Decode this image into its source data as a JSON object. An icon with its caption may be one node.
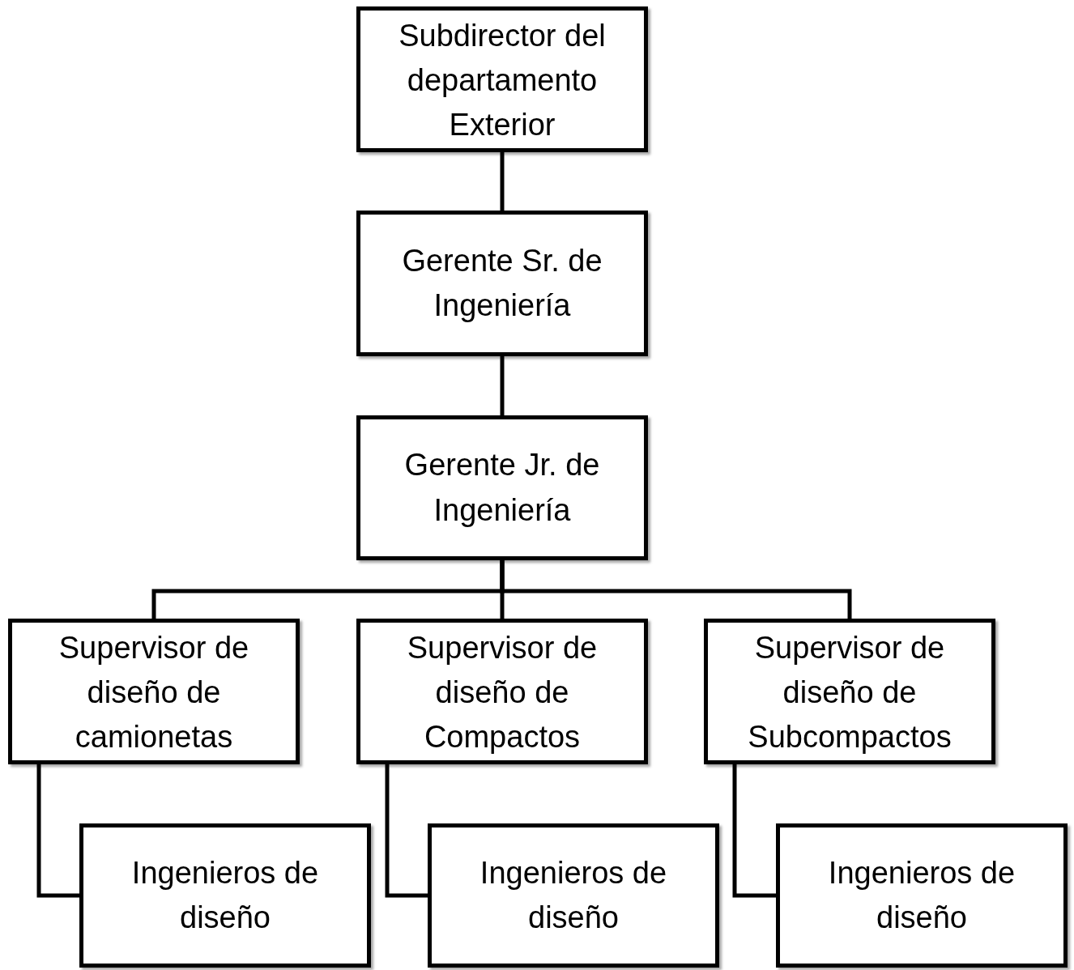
{
  "diagram": {
    "nodes": [
      {
        "text": [
          "Subdirector del departamento Exterior"
        ]
      },
      {
        "text": [
          "Gerente Sr. de Ingeniería"
        ]
      },
      {
        "text": [
          "Gerente Jr. de Ingeniería"
        ]
      },
      {
        "text": [
          "Supervisor de diseño de camionetas"
        ]
      },
      {
        "text": [
          "Supervisor de diseño de Compactos"
        ]
      },
      {
        "text": [
          "Supervisor de diseño de Subcompactos"
        ]
      },
      {
        "text": [
          "Ingenieros de diseño"
        ]
      },
      {
        "text": [
          "Ingenieros de diseño"
        ]
      },
      {
        "text": [
          "Ingenieros de diseño"
        ]
      }
    ],
    "edges": [
      {
        "from": 0,
        "to": 1,
        "arrow": "none"
      },
      {
        "from": 1,
        "to": 2,
        "arrow": "none"
      },
      {
        "from": 2,
        "to": 3,
        "arrow": "none"
      },
      {
        "from": 2,
        "to": 4,
        "arrow": "none"
      },
      {
        "from": 2,
        "to": 5,
        "arrow": "none"
      },
      {
        "from": 3,
        "to": 6,
        "arrow": "none"
      },
      {
        "from": 4,
        "to": 7,
        "arrow": "none"
      },
      {
        "from": 5,
        "to": 8,
        "arrow": "none"
      }
    ]
  }
}
